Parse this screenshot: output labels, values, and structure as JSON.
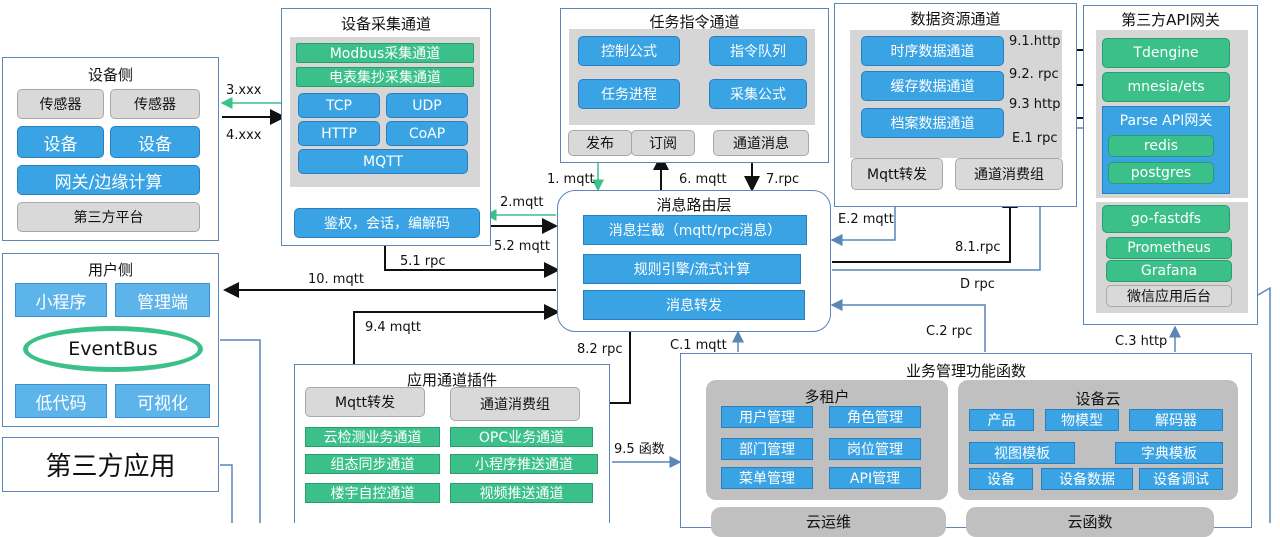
{
  "device_side": {
    "title": "设备侧",
    "sensor1": "传感器",
    "sensor2": "传感器",
    "device1": "设备",
    "device2": "设备",
    "gateway": "网关/边缘计算",
    "third_platform": "第三方平台"
  },
  "user_side": {
    "title": "用户侧",
    "mini_program": "小程序",
    "admin": "管理端",
    "eventbus": "EventBus",
    "low_code": "低代码",
    "visual": "可视化"
  },
  "third_app": "第三方应用",
  "collect": {
    "title": "设备采集通道",
    "modbus": "Modbus采集通道",
    "meter": "电表集抄采集通道",
    "tcp": "TCP",
    "udp": "UDP",
    "http": "HTTP",
    "coap": "CoAP",
    "mqtt": "MQTT",
    "auth": "鉴权，会话，编解码"
  },
  "task": {
    "title": "任务指令通道",
    "control": "控制公式",
    "queue": "指令队列",
    "progress": "任务进程",
    "collect_formula": "采集公式",
    "publish": "发布",
    "subscribe": "订阅",
    "channel_msg": "通道消息"
  },
  "data_res": {
    "title": "数据资源通道",
    "ts": "时序数据通道",
    "cache": "缓存数据通道",
    "archive": "档案数据通道",
    "mqtt_fwd": "Mqtt转发",
    "consumer": "通道消费组"
  },
  "third_api": {
    "title": "第三方API网关",
    "tdengine": "Tdengine",
    "mnesia": "mnesia/ets",
    "parse": "Parse API网关",
    "redis": "redis",
    "postgres": "postgres",
    "fastdfs": "go-fastdfs",
    "prometheus": "Prometheus",
    "grafana": "Grafana",
    "wechat": "微信应用后台"
  },
  "router": {
    "title": "消息路由层",
    "intercept": "消息拦截（mqtt/rpc消息）",
    "rules": "规则引擎/流式计算",
    "forward": "消息转发"
  },
  "app_plugin": {
    "title": "应用通道插件",
    "mqtt_fwd": "Mqtt转发",
    "consumer": "通道消费组",
    "cloud_detect": "云检测业务通道",
    "opc": "OPC业务通道",
    "config_sync": "组态同步通道",
    "mini_push": "小程序推送通道",
    "building": "楼宇自控通道",
    "video_push": "视频推送通道"
  },
  "biz": {
    "title": "业务管理功能函数",
    "tenant": "多租户",
    "user_mgmt": "用户管理",
    "role_mgmt": "角色管理",
    "dept_mgmt": "部门管理",
    "post_mgmt": "岗位管理",
    "menu_mgmt": "菜单管理",
    "api_mgmt": "API管理",
    "device_cloud": "设备云",
    "product": "产品",
    "thing_model": "物模型",
    "decoder": "解码器",
    "view_tpl": "视图模板",
    "dict_tpl": "字典模板",
    "device": "设备",
    "device_data": "设备数据",
    "device_debug": "设备调试",
    "ops": "云运维",
    "func": "云函数"
  },
  "labels": {
    "l3": "3.xxx",
    "l4": "4.xxx",
    "l2mqtt": "2.mqtt",
    "l52": "5.2 mqtt",
    "l51": "5.1 rpc",
    "l10": "10. mqtt",
    "l94": "9.4 mqtt",
    "l82": "8.2 rpc",
    "l1": "1. mqtt",
    "l6": "6. mqtt",
    "l7": "7.rpc",
    "l91": "9.1.http",
    "l92": "9.2. rpc",
    "l93": "9.3 http",
    "le1": "E.1  rpc",
    "le2": "E.2 mqtt",
    "l81": "8.1.rpc",
    "ld": "D rpc",
    "lc2": "C.2 rpc",
    "lc1": "C.1 mqtt",
    "lc3": "C.3 http",
    "l95": "9.5 函数"
  }
}
